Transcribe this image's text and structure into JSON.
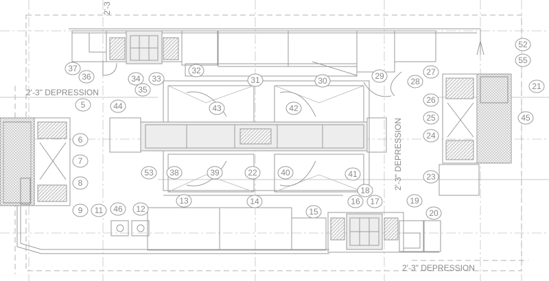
{
  "drawing": {
    "depression_label": "2'-3\" DEPRESSION",
    "depression_label_top_partial": "2'-3",
    "tags": [
      "37",
      "36",
      "34",
      "33",
      "35",
      "32",
      "31",
      "30",
      "29",
      "28",
      "27",
      "26",
      "25",
      "24",
      "23",
      "52",
      "55",
      "21",
      "45",
      "43",
      "42",
      "44",
      "5",
      "6",
      "7",
      "8",
      "9",
      "11",
      "46",
      "12",
      "53",
      "38",
      "39",
      "22",
      "40",
      "41",
      "13",
      "14",
      "15",
      "16",
      "17",
      "18",
      "19",
      "20"
    ]
  }
}
